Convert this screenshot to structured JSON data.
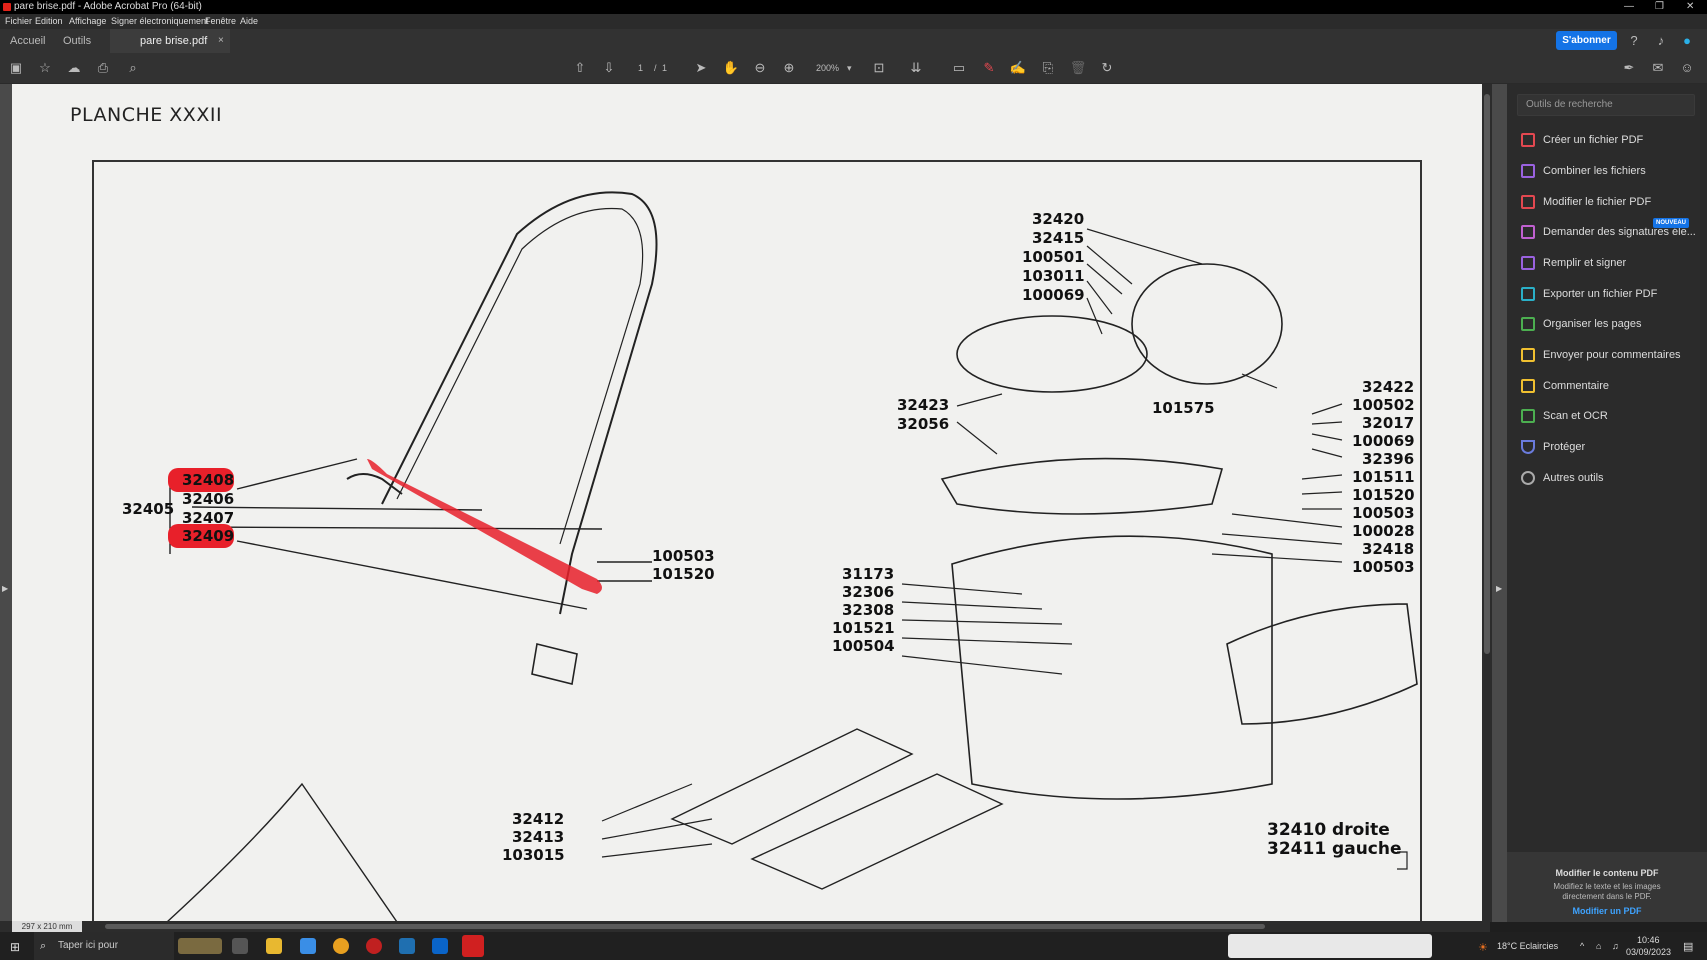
{
  "window": {
    "title": "pare brise.pdf - Adobe Acrobat Pro (64-bit)"
  },
  "menu": [
    "Fichier",
    "Edition",
    "Affichage",
    "Signer électroniquement",
    "Fenêtre",
    "Aide"
  ],
  "tabs": {
    "home": "Accueil",
    "tools": "Outils",
    "document": "pare brise.pdf",
    "close": "×"
  },
  "subscribe": "S'abonner",
  "toolbar": {
    "page_current": "1",
    "page_sep": "/",
    "page_total": "1",
    "zoom": "200%"
  },
  "document": {
    "plate_title": "PLANCHE XXXII",
    "page_size": "297 x 210 mm",
    "parts_left": {
      "group": "32405",
      "highlighted_top": "32408",
      "middle_1": "32406",
      "middle_2": "32407",
      "highlighted_bottom": "32409",
      "screw": "100503",
      "washer": "101520"
    },
    "parts_seat": [
      "32420",
      "32415",
      "100501",
      "103011",
      "100069"
    ],
    "parts_seat_low": [
      "32423",
      "32056",
      "101575"
    ],
    "parts_right": [
      "32422",
      "100502",
      "32017",
      "100069",
      "32396",
      "101511",
      "101520",
      "100503",
      "100028",
      "32418",
      "100503"
    ],
    "parts_mid": [
      "31173",
      "32306",
      "32308",
      "101521",
      "100504"
    ],
    "parts_bottom": [
      "32412",
      "32413",
      "103015"
    ],
    "parts_sides": {
      "right": "32410 droite",
      "left": "32411 gauche"
    }
  },
  "rightpanel": {
    "search_placeholder": "Outils de recherche",
    "tools": [
      "Créer un fichier PDF",
      "Combiner les fichiers",
      "Modifier le fichier PDF",
      "Demander des signatures éle...",
      "Remplir et signer",
      "Exporter un fichier PDF",
      "Organiser les pages",
      "Envoyer pour commentaires",
      "Commentaire",
      "Scan et OCR",
      "Protéger",
      "Autres outils"
    ],
    "new_badge": "NOUVEAU",
    "promo_title": "Modifier le contenu PDF",
    "promo_text_1": "Modifiez le texte et les images",
    "promo_text_2": "directement dans le PDF.",
    "promo_link": "Modifier un PDF"
  },
  "taskbar": {
    "search": "Taper ici pour",
    "weather": "18°C Eclaircies",
    "time": "10:46",
    "date": "03/09/2023"
  },
  "colors": {
    "highlight": "#e8202a",
    "accent": "#1473e6"
  }
}
